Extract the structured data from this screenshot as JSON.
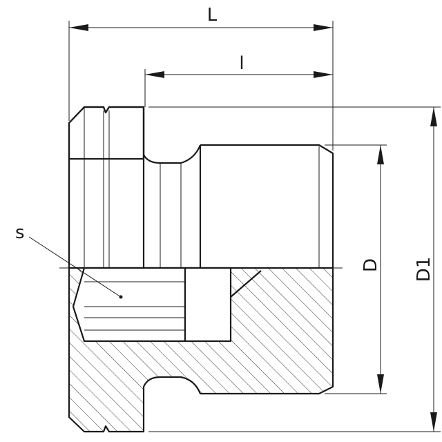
{
  "labels": {
    "overall_length": "L",
    "thread_length": "l",
    "thread_diameter": "D",
    "outer_diameter": "D1",
    "hex_socket": "s"
  }
}
